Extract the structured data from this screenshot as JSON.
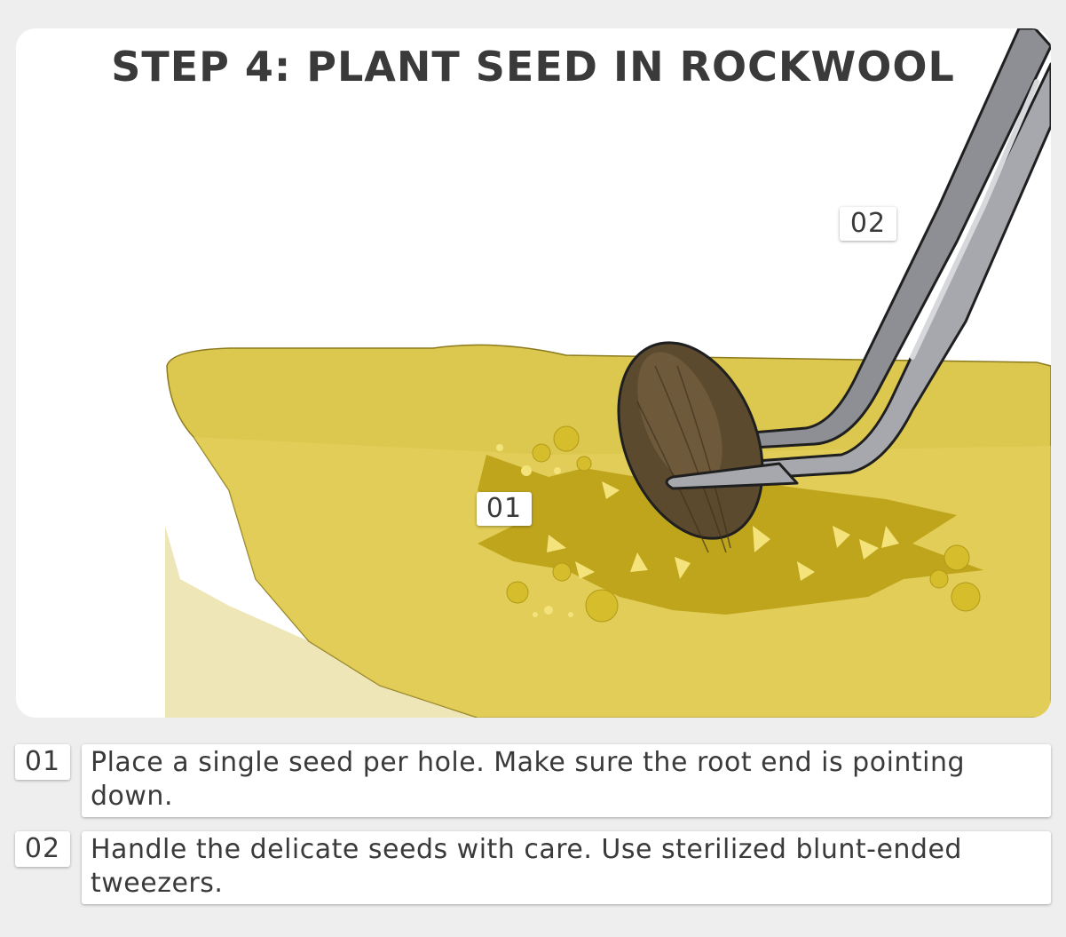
{
  "title": "STEP 4: PLANT SEED IN ROCKWOOL",
  "callouts": {
    "c01": "01",
    "c02": "02"
  },
  "legend": [
    {
      "number": "01",
      "text": "Place a single seed per hole. Make sure the root end is pointing down."
    },
    {
      "number": "02",
      "text": "Handle the delicate seeds with care. Use sterilized blunt-ended tweezers."
    }
  ],
  "colors": {
    "page_background": "#eeeeee",
    "panel_background": "#ffffff",
    "rockwool_top": "#d8c34a",
    "rockwool_front": "#e3d05e",
    "rockwool_side": "#efe6b8",
    "seed": "#5c4a2e",
    "tweezers": "#9c9ea3",
    "text": "#3a3a3a"
  }
}
